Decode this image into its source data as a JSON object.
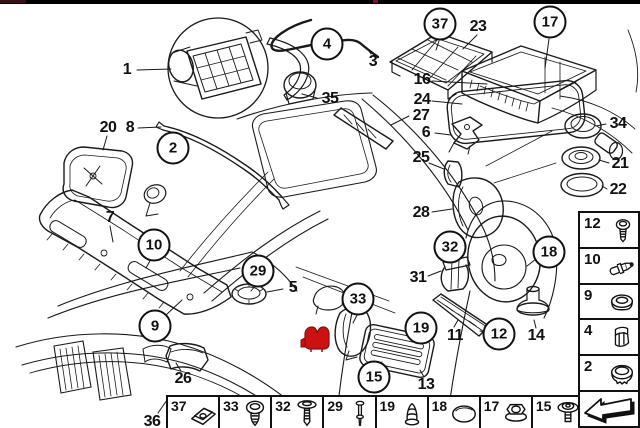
{
  "window": {
    "top_edge_color": "#000000"
  },
  "diagram": {
    "highlight_color": "#cc1111",
    "ink_color": "#1a1a1a",
    "callouts": {
      "c1": "1",
      "c3": "3",
      "c5": "5",
      "c6": "6",
      "c7": "7",
      "c8": "8",
      "c11": "11",
      "c13": "13",
      "c14": "14",
      "c16": "16",
      "c20": "20",
      "c21": "21",
      "c22": "22",
      "c23": "23",
      "c24": "24",
      "c25": "25",
      "c26": "26",
      "c27": "27",
      "c28": "28",
      "c31": "31",
      "c34": "34",
      "c35": "35",
      "c36": "36",
      "b2": "2",
      "b4": "4",
      "b9": "9",
      "b10": "10",
      "b12": "12",
      "b15": "15",
      "b17": "17",
      "b18": "18",
      "b19": "19",
      "b29": "29",
      "b32": "32",
      "b33": "33",
      "b37": "37"
    },
    "bottom_strip": [
      {
        "label": "37",
        "icon": "clip-nut-icon"
      },
      {
        "label": "33",
        "icon": "dome-screw-icon"
      },
      {
        "label": "32",
        "icon": "washer-screw-icon"
      },
      {
        "label": "29",
        "icon": "pin-rivet-icon"
      },
      {
        "label": "19",
        "icon": "cone-plug-icon"
      },
      {
        "label": "18",
        "icon": "oval-cap-icon"
      },
      {
        "label": "17",
        "icon": "flange-nut-icon"
      },
      {
        "label": "15",
        "icon": "washer-head-screw-icon"
      }
    ],
    "side_strip": [
      {
        "label": "12",
        "icon": "hex-screw-icon"
      },
      {
        "label": "10",
        "icon": "expanding-rivet-icon"
      },
      {
        "label": "9",
        "icon": "grommet-icon"
      },
      {
        "label": "4",
        "icon": "spring-clip-icon"
      },
      {
        "label": "2",
        "icon": "round-plug-icon"
      }
    ],
    "corner_arrow_icon": "back-arrow-icon"
  }
}
